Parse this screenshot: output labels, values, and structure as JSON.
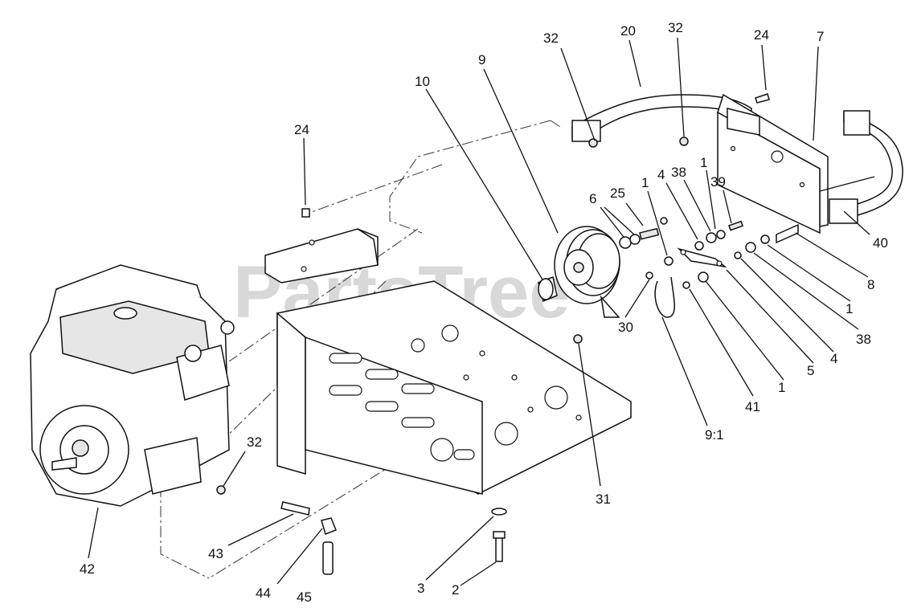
{
  "watermark": "PartsTree",
  "callouts": [
    {
      "id": "c1",
      "label": "32"
    },
    {
      "id": "c2",
      "label": "20"
    },
    {
      "id": "c3",
      "label": "32"
    },
    {
      "id": "c4",
      "label": "24"
    },
    {
      "id": "c5",
      "label": "7"
    },
    {
      "id": "c6",
      "label": "9"
    },
    {
      "id": "c7",
      "label": "10"
    },
    {
      "id": "c8",
      "label": "24"
    },
    {
      "id": "c9",
      "label": "6"
    },
    {
      "id": "c10",
      "label": "25"
    },
    {
      "id": "c11",
      "label": "1"
    },
    {
      "id": "c12",
      "label": "4"
    },
    {
      "id": "c13",
      "label": "38"
    },
    {
      "id": "c14",
      "label": "1"
    },
    {
      "id": "c15",
      "label": "39"
    },
    {
      "id": "c16",
      "label": "40"
    },
    {
      "id": "c17",
      "label": "8"
    },
    {
      "id": "c18",
      "label": "1"
    },
    {
      "id": "c19",
      "label": "38"
    },
    {
      "id": "c20",
      "label": "4"
    },
    {
      "id": "c21",
      "label": "5"
    },
    {
      "id": "c22",
      "label": "1"
    },
    {
      "id": "c23",
      "label": "41"
    },
    {
      "id": "c24",
      "label": "9:1"
    },
    {
      "id": "c25",
      "label": "30"
    },
    {
      "id": "c26",
      "label": "31"
    },
    {
      "id": "c27",
      "label": "32"
    },
    {
      "id": "c28",
      "label": "42"
    },
    {
      "id": "c29",
      "label": "43"
    },
    {
      "id": "c30",
      "label": "44"
    },
    {
      "id": "c31",
      "label": "45"
    },
    {
      "id": "c32",
      "label": "3"
    },
    {
      "id": "c33",
      "label": "2"
    }
  ]
}
